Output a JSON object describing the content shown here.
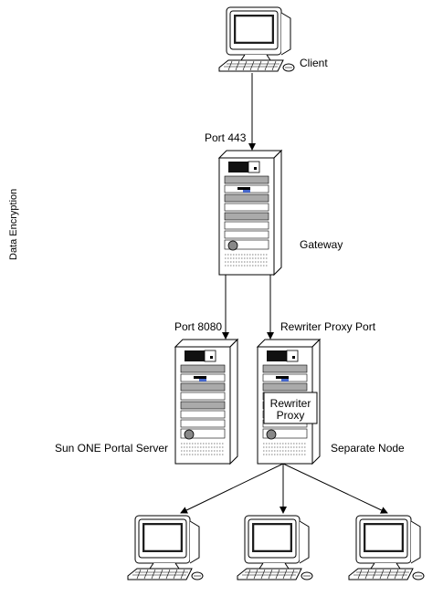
{
  "labels": {
    "client": "Client",
    "port443": "Port 443",
    "gateway": "Gateway",
    "port8080": "Port 8080",
    "rewriter_proxy_port": "Rewriter Proxy Port",
    "rewriter_proxy_line1": "Rewriter",
    "rewriter_proxy_line2": "Proxy",
    "portal_server": "Sun ONE Portal Server",
    "separate_node": "Separate Node",
    "data_encryption": "Data Encryption"
  },
  "icons": {
    "computer": "desktop-computer-icon",
    "server": "server-tower-icon"
  }
}
